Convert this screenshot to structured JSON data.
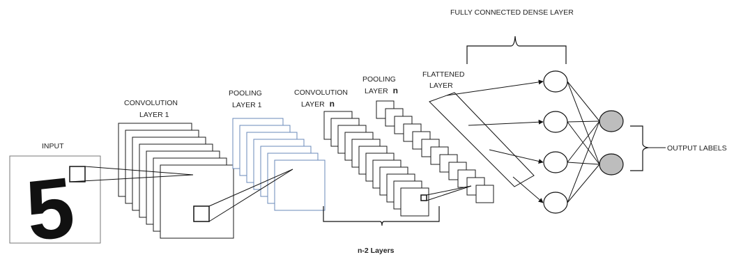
{
  "labels": {
    "input": "INPUT",
    "conv1_line1": "CONVOLUTION",
    "conv1_line2": "LAYER 1",
    "pool1_line1": "POOLING",
    "pool1_line2": "LAYER 1",
    "convn_line1": "CONVOLUTION",
    "convn_line2": "LAYER",
    "convn_n": "n",
    "pooln_line1": "POOLING",
    "pooln_line2": "LAYER",
    "pooln_n": "n",
    "flattened_line1": "FLATTENED",
    "flattened_line2": "LAYER",
    "dense": "FULLY CONNECTED DENSE LAYER",
    "output": "OUTPUT LABELS",
    "n2layers": "n-2 Layers"
  },
  "input_digit": "5",
  "colors": {
    "stroke": "#1a1a1a",
    "pool1_stroke": "#6a88b8",
    "output_node_fill": "#bdbdbd",
    "background": "#ffffff"
  },
  "network": {
    "hidden_nodes": 4,
    "output_nodes": 2
  }
}
